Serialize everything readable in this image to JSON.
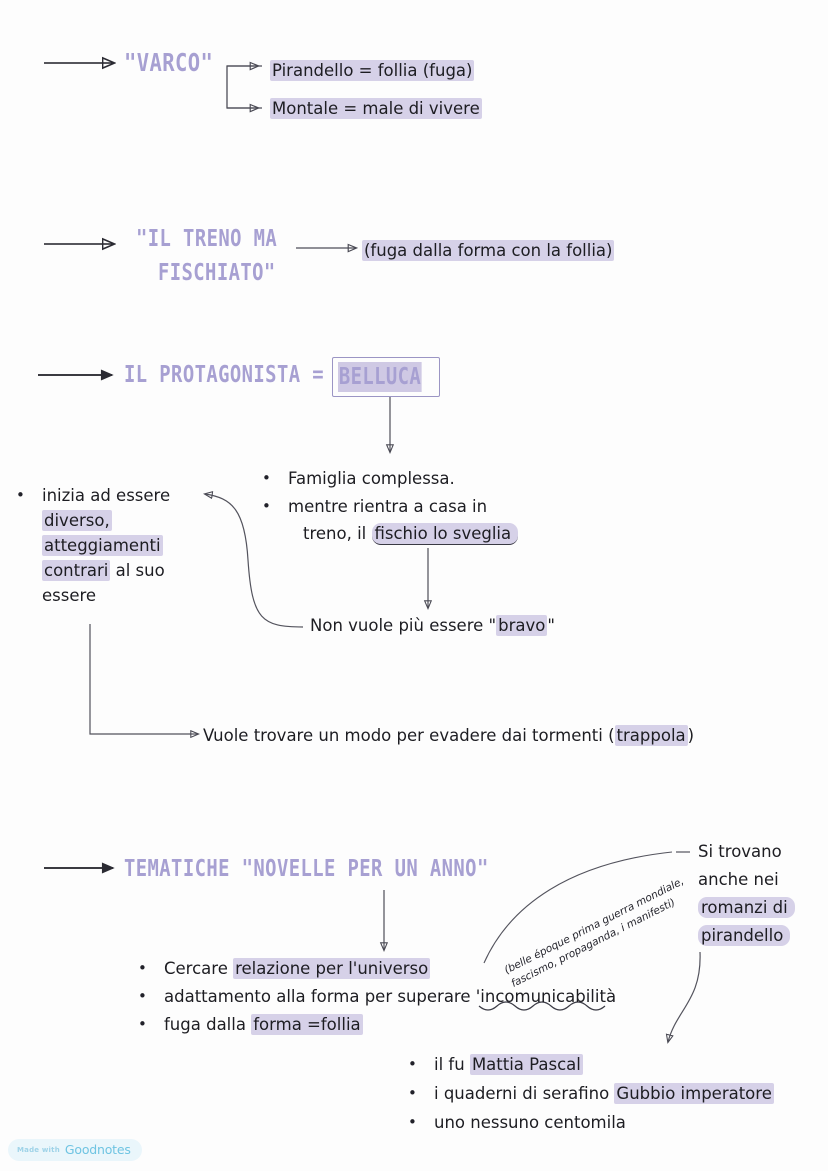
{
  "page": {
    "title": "Appunti - Pirandello: Il treno ha fischiato",
    "background_color": "#fdfdfd",
    "heading_color": "#a7a0d2",
    "highlight_color": "#d6d1e8",
    "ink_color": "#1d1d22"
  },
  "sections": {
    "varco": {
      "heading": "\"VARCO\"",
      "branch_1": "Pirandello = follia (fuga)",
      "branch_2": "Montale = male di vivere"
    },
    "treno": {
      "heading_line1": "\"IL TRENO MA",
      "heading_line2": "FISCHIATO\"",
      "note": "(fuga dalla forma con la follia)"
    },
    "protagonista": {
      "heading": "IL PROTAGONISTA =",
      "boxed_term": "BELLUCA",
      "right_bullets": [
        "Famiglia complessa.",
        "mentre rientra a casa in"
      ],
      "right_bullet_2_cont_plain": "treno, il ",
      "right_bullet_2_cont_hl": "fischio lo sveglia",
      "not_bravo_plain": "Non vuole più essere \"",
      "not_bravo_hl": "bravo",
      "not_bravo_end": "\"",
      "left_bullet": {
        "line1": "inizia ad essere",
        "hl_diverso": "diverso,",
        "hl_atteggiamenti": "atteggiamenti",
        "hl_contrari": "contrari",
        "plain_al_suo": " al suo",
        "line_last": "essere"
      },
      "evadere_plain": "Vuole trovare un modo per evadere dai tormenti (",
      "evadere_hl": "trappola",
      "evadere_end": ")"
    },
    "tematiche": {
      "heading": "TEMATICHE \"NOVELLE PER UN ANNO\"",
      "bullets": [
        {
          "plain_pre": "Cercare ",
          "hl": "relazione per l'universo",
          "plain_post": ""
        },
        {
          "plain_pre": "adattamento alla forma per superare '",
          "underline": "incomunicabilità",
          "plain_post": ""
        },
        {
          "plain_pre": "fuga dalla ",
          "hl": "forma =follia",
          "plain_post": ""
        }
      ],
      "rotated_note_line1": "(belle époque prima guerra mondiale,",
      "rotated_note_line2": "fascismo, propaganda, i manifesti)",
      "right_column": {
        "line1": "Si trovano",
        "line2": "anche nei",
        "line3_hl": "romanzi di",
        "line4_hl": "pirandello"
      },
      "romanzi_bullets": [
        {
          "plain_pre": "il fu ",
          "hl": "Mattia Pascal"
        },
        {
          "plain_pre": "i quaderni di serafino ",
          "hl": "Gubbio imperatore"
        },
        {
          "plain_pre": "uno nessuno centomila",
          "hl": ""
        }
      ]
    }
  },
  "watermark": {
    "made_with": "Made with",
    "brand": "Goodnotes"
  }
}
